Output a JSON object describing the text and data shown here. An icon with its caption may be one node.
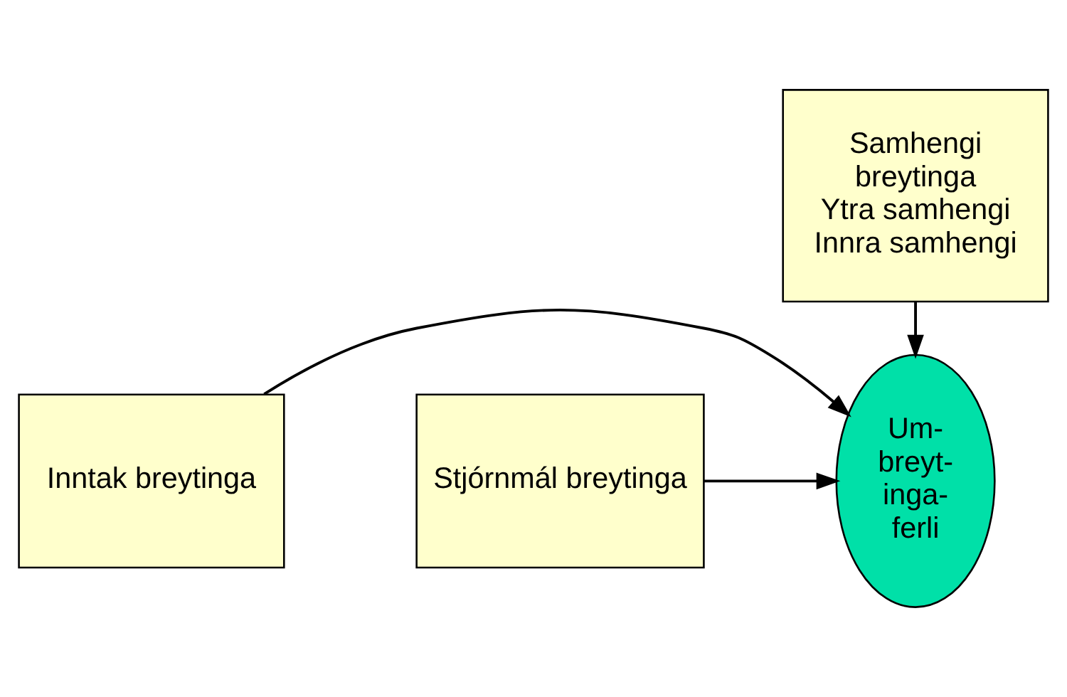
{
  "diagram": {
    "nodes": [
      {
        "text": [
          "Samhengi breytinga",
          "Ytra samhengi",
          "Innra samhengi"
        ]
      },
      {
        "text": [
          "Um- breyt- inga- ferli"
        ]
      },
      {
        "text": [
          "Inntak breytinga"
        ]
      },
      {
        "text": [
          "Stjórnmál breytinga"
        ]
      }
    ],
    "edges": [
      {
        "from": 0,
        "to": 1,
        "arrow": "to"
      },
      {
        "from": 2,
        "to": 1,
        "arrow": "to"
      },
      {
        "from": 3,
        "to": 1,
        "arrow": "to"
      }
    ]
  }
}
